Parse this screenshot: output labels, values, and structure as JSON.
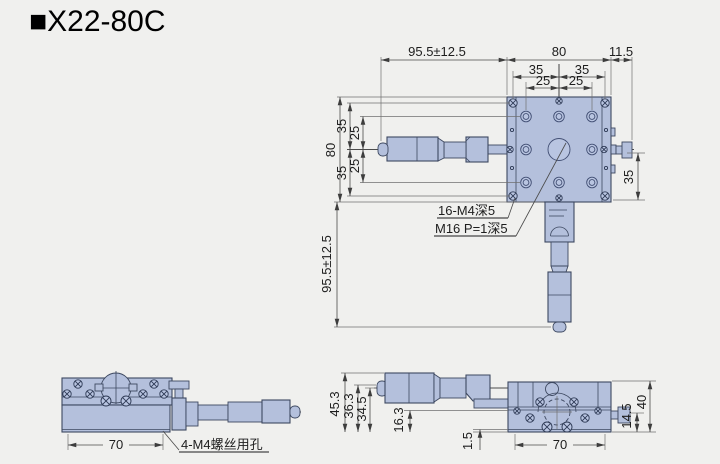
{
  "title": {
    "text": "■X22-80C"
  },
  "colors": {
    "background": "#f0f0ee",
    "part_fill": "#b4c0dc",
    "part_stroke": "#3d4860",
    "dim_line": "#4a4a4a",
    "text": "#1d1d1d"
  },
  "top_view": {
    "dim_travel_top": "95.5±12.5",
    "dim_width": "80",
    "dim_knob": "11.5",
    "dim_35_left": "35",
    "dim_35_right": "35",
    "dim_25_left": "25",
    "dim_25_right": "25",
    "dim_height": "80",
    "dim_v35_top": "35",
    "dim_v25_top": "25",
    "dim_v25_bottom": "25",
    "dim_v35_bottom": "35",
    "dim_travel_left": "95.5±12.5",
    "dim_right_35": "35",
    "label_holes": "16-M4深5",
    "label_center_thread": "M16 P=1深5"
  },
  "side_view": {
    "dim_base": "70",
    "label_mount_holes": "4-M4螺丝用孔"
  },
  "front_view": {
    "dim_total_height": "45.3",
    "dim_height_2": "36.3",
    "dim_height_3": "34.5",
    "dim_height_4": "16.3",
    "dim_lip": "1.5",
    "dim_base": "70",
    "dim_knob_height": "14.5",
    "dim_height_5": "40"
  }
}
